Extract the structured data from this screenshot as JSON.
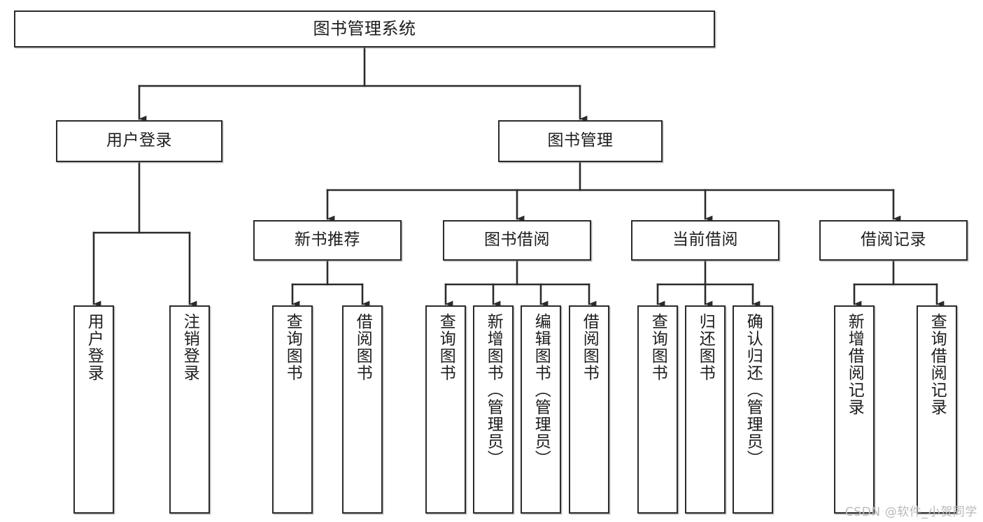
{
  "diagram": {
    "title": "图书管理系统",
    "type": "tree",
    "orientation": "top-down",
    "watermark": "CSDN @软件_小贺同学",
    "colors": {
      "background": "#ffffff",
      "node_border": "#2b2b2b",
      "node_fill": "#ffffff",
      "edge": "#2b2b2b",
      "text": "#1d1d1d",
      "watermark": "#b9b9b9"
    },
    "nodes": {
      "root": {
        "label": "图书管理系统",
        "level": 0
      },
      "user_login": {
        "label": "用户登录",
        "level": 1
      },
      "book_manage": {
        "label": "图书管理",
        "level": 1
      },
      "new_book_rec": {
        "label": "新书推荐",
        "level": 2
      },
      "book_borrow": {
        "label": "图书借阅",
        "level": 2
      },
      "current_borrow": {
        "label": "当前借阅",
        "level": 2
      },
      "borrow_record": {
        "label": "借阅记录",
        "level": 2
      },
      "leaf_user_login": {
        "label": "用户登录",
        "level": 2
      },
      "leaf_logout": {
        "label": "注销登录",
        "level": 2
      },
      "leaf_query_book_1": {
        "label": "查询图书",
        "level": 3
      },
      "leaf_borrow_book_1": {
        "label": "借阅图书",
        "level": 3
      },
      "leaf_query_book_2": {
        "label": "查询图书",
        "level": 3
      },
      "leaf_add_book": {
        "label": "新增图书（管理员）",
        "level": 3
      },
      "leaf_edit_book": {
        "label": "编辑图书（管理员）",
        "level": 3
      },
      "leaf_borrow_book_2": {
        "label": "借阅图书",
        "level": 3
      },
      "leaf_query_book_3": {
        "label": "查询图书",
        "level": 3
      },
      "leaf_return_book": {
        "label": "归还图书",
        "level": 3
      },
      "leaf_confirm_return": {
        "label": "确认归还（管理员）",
        "level": 3
      },
      "leaf_add_record": {
        "label": "新增借阅记录",
        "level": 3
      },
      "leaf_query_record": {
        "label": "查询借阅记录",
        "level": 3
      }
    },
    "edges": [
      {
        "from": "root",
        "to": "user_login"
      },
      {
        "from": "root",
        "to": "book_manage"
      },
      {
        "from": "user_login",
        "to": "leaf_user_login"
      },
      {
        "from": "user_login",
        "to": "leaf_logout"
      },
      {
        "from": "book_manage",
        "to": "new_book_rec"
      },
      {
        "from": "book_manage",
        "to": "book_borrow"
      },
      {
        "from": "book_manage",
        "to": "current_borrow"
      },
      {
        "from": "book_manage",
        "to": "borrow_record"
      },
      {
        "from": "new_book_rec",
        "to": "leaf_query_book_1"
      },
      {
        "from": "new_book_rec",
        "to": "leaf_borrow_book_1"
      },
      {
        "from": "book_borrow",
        "to": "leaf_query_book_2"
      },
      {
        "from": "book_borrow",
        "to": "leaf_add_book"
      },
      {
        "from": "book_borrow",
        "to": "leaf_edit_book"
      },
      {
        "from": "book_borrow",
        "to": "leaf_borrow_book_2"
      },
      {
        "from": "current_borrow",
        "to": "leaf_query_book_3"
      },
      {
        "from": "current_borrow",
        "to": "leaf_return_book"
      },
      {
        "from": "current_borrow",
        "to": "leaf_confirm_return"
      },
      {
        "from": "borrow_record",
        "to": "leaf_add_record"
      },
      {
        "from": "borrow_record",
        "to": "leaf_query_record"
      }
    ]
  }
}
